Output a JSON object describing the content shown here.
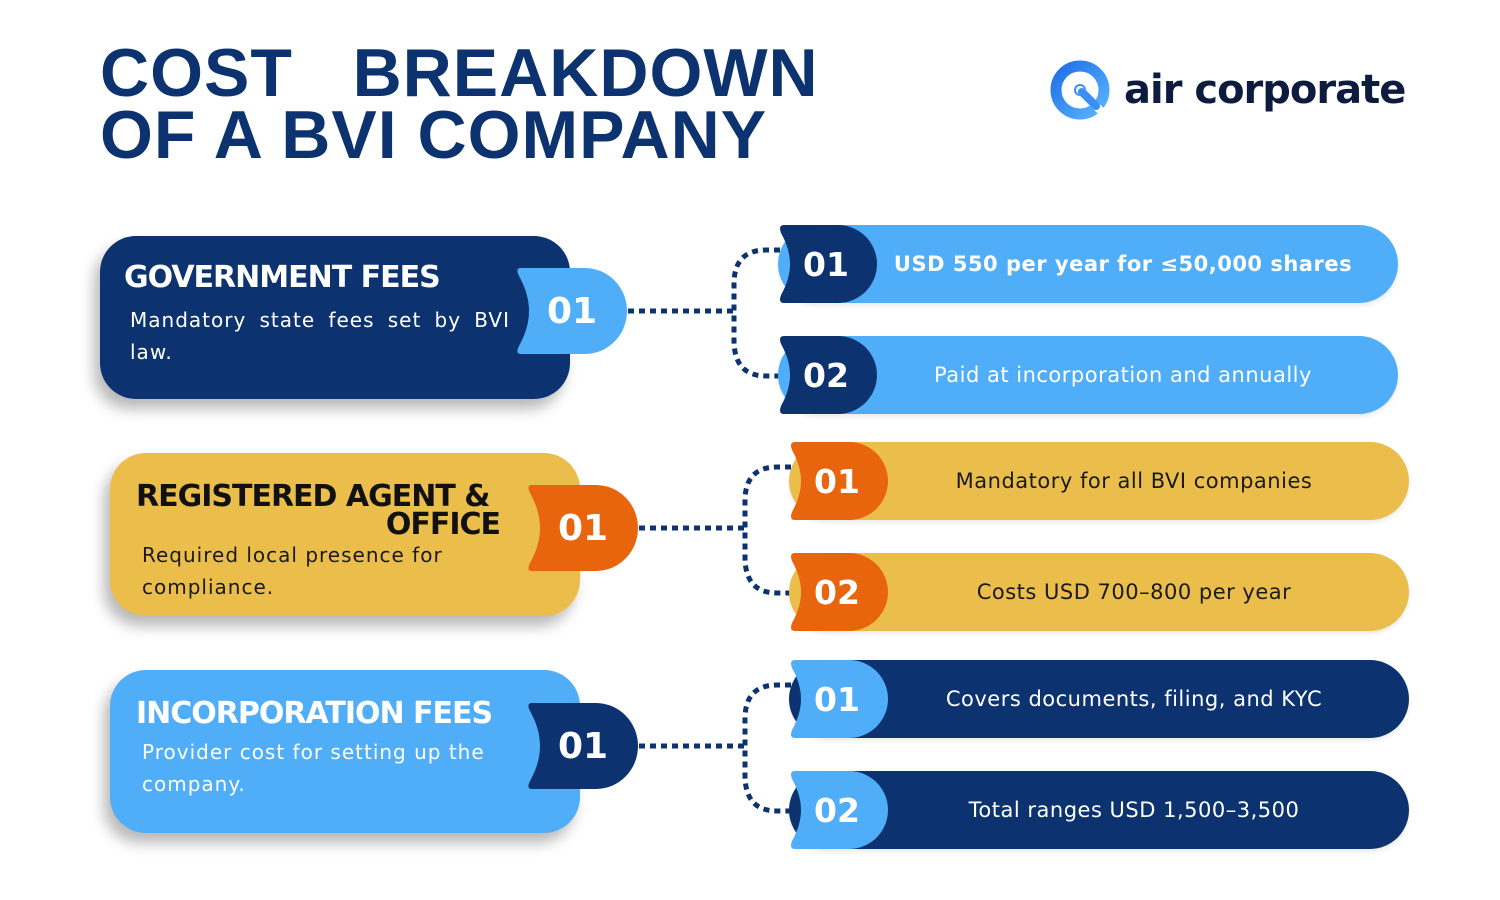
{
  "header": {
    "title_line1": "COST   BREAKDOWN",
    "title_line2": "OF A BVI COMPANY",
    "logo_text": "air corporate",
    "logo_icon": "air-corporate-logo-icon"
  },
  "colors": {
    "navy": "#0c3370",
    "light_blue": "#50aef9",
    "yellow": "#ebbe4b",
    "orange": "#e8650e",
    "title": "#0c3370"
  },
  "sections": [
    {
      "title": "GOVERNMENT FEES",
      "description": "Mandatory state fees set by BVI law.",
      "tab_number": "01",
      "points": [
        {
          "number": "01",
          "text": "USD 550 per year for ≤50,000 shares"
        },
        {
          "number": "02",
          "text": "Paid at incorporation and annually"
        }
      ]
    },
    {
      "title_line1": "REGISTERED AGENT &",
      "title_line2": "OFFICE",
      "description": "Required local presence for compliance.",
      "tab_number": "01",
      "points": [
        {
          "number": "01",
          "text": "Mandatory for all BVI companies"
        },
        {
          "number": "02",
          "text": "Costs USD 700–800 per year"
        }
      ]
    },
    {
      "title": "INCORPORATION FEES",
      "description": "Provider cost for setting up the company.",
      "tab_number": "01",
      "points": [
        {
          "number": "01",
          "text": "Covers documents, filing, and KYC"
        },
        {
          "number": "02",
          "text": "Total ranges USD 1,500–3,500"
        }
      ]
    }
  ]
}
